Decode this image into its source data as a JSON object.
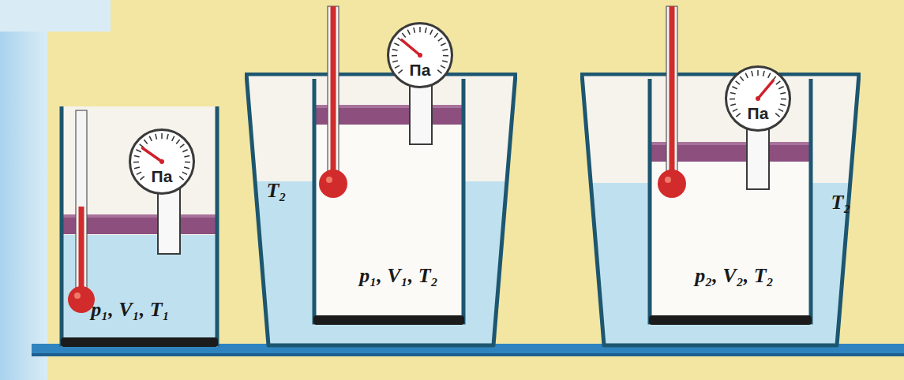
{
  "diagram": {
    "nodes": [
      {
        "text": [
          "p₁, V₁, T₁"
        ]
      },
      {
        "text": [
          "Па"
        ],
        "in": 0
      },
      {
        "text": [
          "T₂"
        ]
      },
      {
        "text": [
          "p₁, V₁, T₂"
        ],
        "in": 2
      },
      {
        "text": [
          "Па"
        ],
        "in": 3
      },
      {
        "text": [
          "T₂"
        ]
      },
      {
        "text": [
          "p₂, V₂, T₂"
        ],
        "in": 5
      },
      {
        "text": [
          "Па"
        ],
        "in": 6
      }
    ]
  }
}
